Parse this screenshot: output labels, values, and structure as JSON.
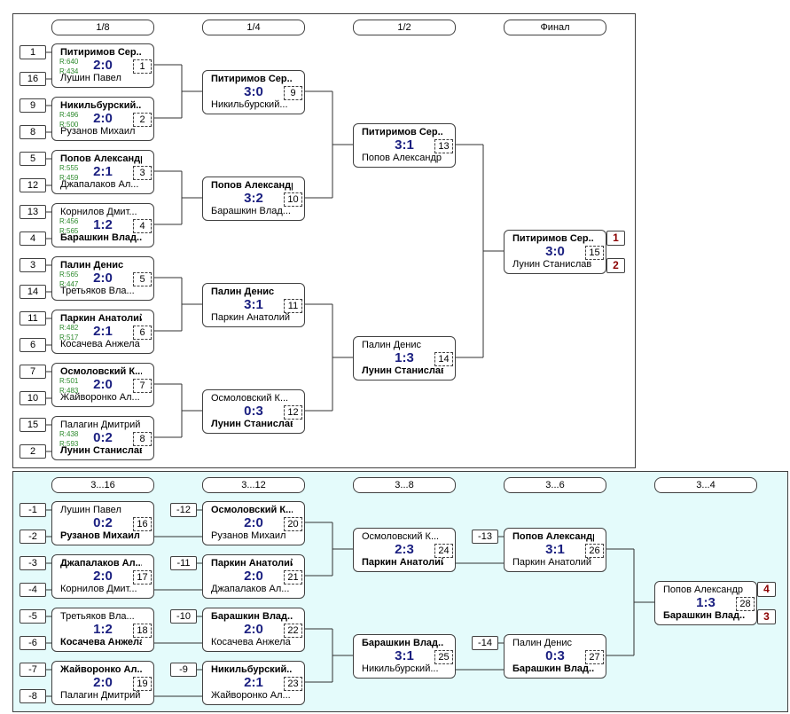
{
  "rounds": {
    "main": [
      "1/8",
      "1/4",
      "1/2",
      "Финал"
    ],
    "consolation": [
      "3...16",
      "3...12",
      "3...8",
      "3...6",
      "3...4"
    ]
  },
  "matches": [
    {
      "id": "1",
      "p1": "Питиримов Сер...",
      "p2": "Лушин Павел",
      "score": "2:0",
      "winner": 1,
      "r1": "R:640",
      "r2": "R:434",
      "seed1": "1",
      "seed2": "16"
    },
    {
      "id": "2",
      "p1": "Никильбурский...",
      "p2": "Рузанов Михаил",
      "score": "2:0",
      "winner": 1,
      "r1": "R:496",
      "r2": "R:500",
      "seed1": "9",
      "seed2": "8"
    },
    {
      "id": "3",
      "p1": "Попов Александр",
      "p2": "Джапалаков Ал...",
      "score": "2:1",
      "winner": 1,
      "r1": "R:555",
      "r2": "R:459",
      "seed1": "5",
      "seed2": "12"
    },
    {
      "id": "4",
      "p1": "Корнилов Дмит...",
      "p2": "Барашкин Влад...",
      "score": "1:2",
      "winner": 2,
      "r1": "R:456",
      "r2": "R:565",
      "seed1": "13",
      "seed2": "4"
    },
    {
      "id": "5",
      "p1": "Палин Денис",
      "p2": "Третьяков Вла...",
      "score": "2:0",
      "winner": 1,
      "r1": "R:565",
      "r2": "R:447",
      "seed1": "3",
      "seed2": "14"
    },
    {
      "id": "6",
      "p1": "Паркин Анатолий",
      "p2": "Косачева Анжела",
      "score": "2:1",
      "winner": 1,
      "r1": "R:482",
      "r2": "R:517",
      "seed1": "11",
      "seed2": "6"
    },
    {
      "id": "7",
      "p1": "Осмоловский К...",
      "p2": "Жайворонко Ал...",
      "score": "2:0",
      "winner": 1,
      "r1": "R:501",
      "r2": "R:483",
      "seed1": "7",
      "seed2": "10"
    },
    {
      "id": "8",
      "p1": "Палагин Дмитрий",
      "p2": "Лунин Станислав",
      "score": "0:2",
      "winner": 2,
      "r1": "R:438",
      "r2": "R:593",
      "seed1": "15",
      "seed2": "2"
    },
    {
      "id": "9",
      "p1": "Питиримов Сер...",
      "p2": "Никильбурский...",
      "score": "3:0",
      "winner": 1
    },
    {
      "id": "10",
      "p1": "Попов Александр",
      "p2": "Барашкин Влад...",
      "score": "3:2",
      "winner": 1
    },
    {
      "id": "11",
      "p1": "Палин Денис",
      "p2": "Паркин Анатолий",
      "score": "3:1",
      "winner": 1
    },
    {
      "id": "12",
      "p1": "Осмоловский К...",
      "p2": "Лунин Станислав",
      "score": "0:3",
      "winner": 2
    },
    {
      "id": "13",
      "p1": "Питиримов Сер...",
      "p2": "Попов Александр",
      "score": "3:1",
      "winner": 1
    },
    {
      "id": "14",
      "p1": "Палин Денис",
      "p2": "Лунин Станислав",
      "score": "1:3",
      "winner": 2
    },
    {
      "id": "15",
      "p1": "Питиримов Сер...",
      "p2": "Лунин Станислав",
      "score": "3:0",
      "winner": 1
    },
    {
      "id": "16",
      "p1": "Лушин Павел",
      "p2": "Рузанов Михаил",
      "score": "0:2",
      "winner": 2,
      "seed1": "-1",
      "seed2": "-2"
    },
    {
      "id": "17",
      "p1": "Джапалаков Ал...",
      "p2": "Корнилов Дмит...",
      "score": "2:0",
      "winner": 1,
      "seed1": "-3",
      "seed2": "-4"
    },
    {
      "id": "18",
      "p1": "Третьяков Вла...",
      "p2": "Косачева Анжела",
      "score": "1:2",
      "winner": 2,
      "seed1": "-5",
      "seed2": "-6"
    },
    {
      "id": "19",
      "p1": "Жайворонко Ал...",
      "p2": "Палагин Дмитрий",
      "score": "2:0",
      "winner": 1,
      "seed1": "-7",
      "seed2": "-8"
    },
    {
      "id": "20",
      "p1": "Осмоловский К...",
      "p2": "Рузанов Михаил",
      "score": "2:0",
      "winner": 1,
      "seed1": "-12"
    },
    {
      "id": "21",
      "p1": "Паркин Анатолий",
      "p2": "Джапалаков Ал...",
      "score": "2:0",
      "winner": 1,
      "seed1": "-11"
    },
    {
      "id": "22",
      "p1": "Барашкин Влад...",
      "p2": "Косачева Анжела",
      "score": "2:0",
      "winner": 1,
      "seed1": "-10"
    },
    {
      "id": "23",
      "p1": "Никильбурский...",
      "p2": "Жайворонко Ал...",
      "score": "2:1",
      "winner": 1,
      "seed1": "-9"
    },
    {
      "id": "24",
      "p1": "Осмоловский К...",
      "p2": "Паркин Анатолий",
      "score": "2:3",
      "winner": 2
    },
    {
      "id": "25",
      "p1": "Барашкин Влад...",
      "p2": "Никильбурский...",
      "score": "3:1",
      "winner": 1
    },
    {
      "id": "26",
      "p1": "Попов Александр",
      "p2": "Паркин Анатолий",
      "score": "3:1",
      "winner": 1,
      "seed1": "-13"
    },
    {
      "id": "27",
      "p1": "Палин Денис",
      "p2": "Барашкин Влад...",
      "score": "0:3",
      "winner": 2,
      "seed1": "-14"
    },
    {
      "id": "28",
      "p1": "Попов Александр",
      "p2": "Барашкин Влад...",
      "score": "1:3",
      "winner": 2
    }
  ],
  "places": [
    {
      "match": "15",
      "top": "1",
      "bottom": "2"
    },
    {
      "match": "28",
      "top": "4",
      "bottom": "3"
    }
  ],
  "colors": {
    "score": "#1a1f80",
    "rating": "#2d8a2d",
    "place": "#8b0000",
    "consolation_bg": "#e4fbfb"
  }
}
